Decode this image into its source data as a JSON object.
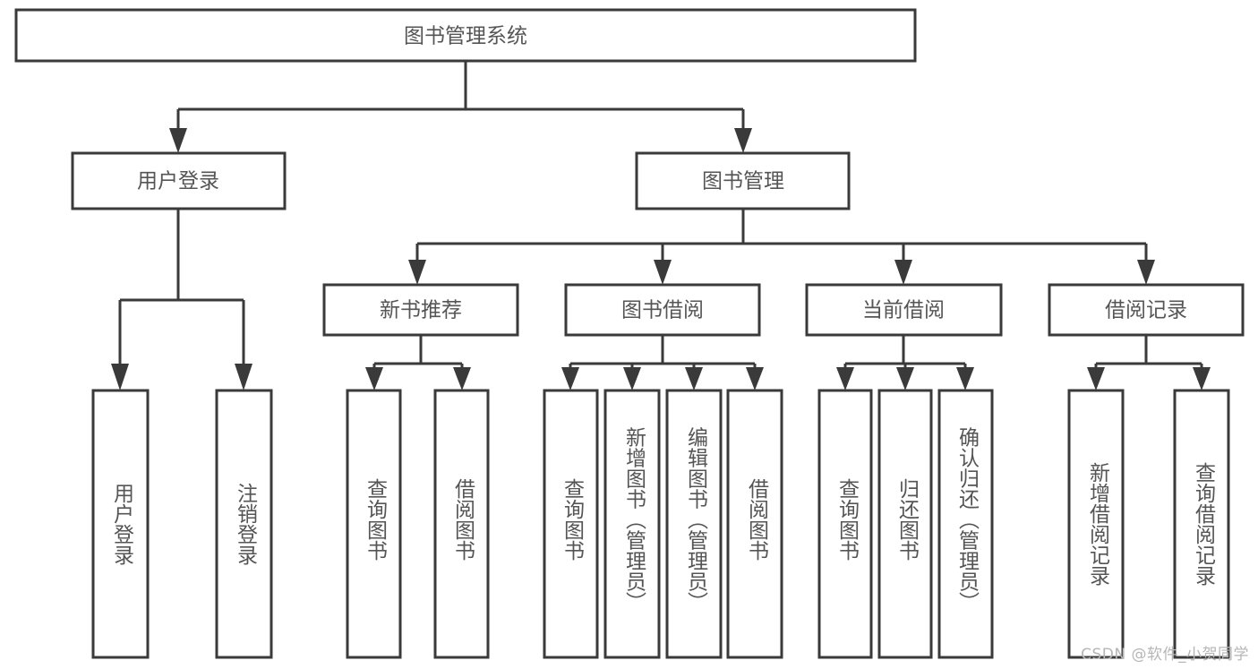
{
  "diagram": {
    "type": "tree",
    "title": "图书管理系统",
    "watermark": "CSDN @软件_小贺同学",
    "root": {
      "id": "root",
      "label": "图书管理系统"
    },
    "level1": [
      {
        "id": "user-login",
        "label": "用户登录"
      },
      {
        "id": "book-management",
        "label": "图书管理"
      }
    ],
    "level2": [
      {
        "id": "new-book-recommend",
        "label": "新书推荐",
        "parent": "book-management"
      },
      {
        "id": "book-borrow",
        "label": "图书借阅",
        "parent": "book-management"
      },
      {
        "id": "current-borrow",
        "label": "当前借阅",
        "parent": "book-management"
      },
      {
        "id": "borrow-record",
        "label": "借阅记录",
        "parent": "book-management"
      }
    ],
    "leaves": {
      "user-login": [
        {
          "id": "leaf-user-login",
          "label": "用户登录"
        },
        {
          "id": "leaf-logout",
          "label": "注销登录"
        }
      ],
      "new-book-recommend": [
        {
          "id": "leaf-query-book-1",
          "label": "查询图书"
        },
        {
          "id": "leaf-borrow-book-1",
          "label": "借阅图书"
        }
      ],
      "book-borrow": [
        {
          "id": "leaf-query-book-2",
          "label": "查询图书"
        },
        {
          "id": "leaf-add-book",
          "label": "新增图书（管理员）"
        },
        {
          "id": "leaf-edit-book",
          "label": "编辑图书（管理员）"
        },
        {
          "id": "leaf-borrow-book-2",
          "label": "借阅图书"
        }
      ],
      "current-borrow": [
        {
          "id": "leaf-query-book-3",
          "label": "查询图书"
        },
        {
          "id": "leaf-return-book",
          "label": "归还图书"
        },
        {
          "id": "leaf-confirm-return",
          "label": "确认归还（管理员）"
        }
      ],
      "borrow-record": [
        {
          "id": "leaf-add-record",
          "label": "新增借阅记录"
        },
        {
          "id": "leaf-query-record",
          "label": "查询借阅记录"
        }
      ]
    },
    "colors": {
      "stroke": "#3a3a3a",
      "fill": "#ffffff",
      "text": "#555555",
      "watermark": "#b6b6b6"
    }
  }
}
